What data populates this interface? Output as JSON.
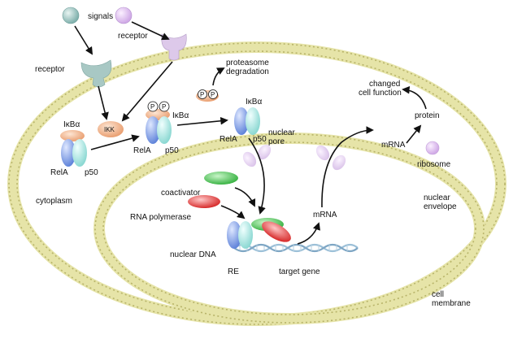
{
  "labels": {
    "signals": "signals",
    "receptor_top": "receptor",
    "receptor_left": "receptor",
    "ikk": "IKK",
    "ikba_left": "IκBα",
    "rela_left": "RelA",
    "p50_left": "p50",
    "phospho_p": "P",
    "ikba_mid": "IκBα",
    "rela_mid": "RelA",
    "p50_mid": "p50",
    "proteasome_line1": "proteasome",
    "proteasome_line2": "degradation",
    "ikba_right": "IκBα",
    "rela_right": "RelA",
    "p50_right": "p50",
    "nuclear_pore_line1": "nuclear",
    "nuclear_pore_line2": "pore",
    "coactivator": "coactivator",
    "rna_polymerase": "RNA polymerase",
    "nuclear_dna": "nuclear DNA",
    "re": "RE",
    "target_gene": "target gene",
    "mrna_nucleus": "mRNA",
    "mrna_cytoplasm": "mRNA",
    "protein": "protein",
    "changed_line1": "changed",
    "changed_line2": "cell function",
    "ribosome": "ribosome",
    "cytoplasm": "cytoplasm",
    "nuclear_envelope_line1": "nuclear",
    "nuclear_envelope_line2": "envelope",
    "cell_membrane_line1": "cell",
    "cell_membrane_line2": "membrane"
  },
  "colors": {
    "membrane": "#e6e4a8",
    "membrane_stroke": "#b8b46a",
    "signal_teal": "#9fc8c4",
    "signal_violet": "#e4c8f0",
    "receptor_lavender": "#ddc9ea",
    "receptor_teal": "#a8c8c4",
    "rela_blue": "#7f9fe0",
    "p50_cyan": "#a8e8e4",
    "ikba_orange": "#f2b890",
    "coactivator_green": "#4fc85a",
    "polymerase_red": "#e04040",
    "dna_blue": "#9cc0d8"
  }
}
